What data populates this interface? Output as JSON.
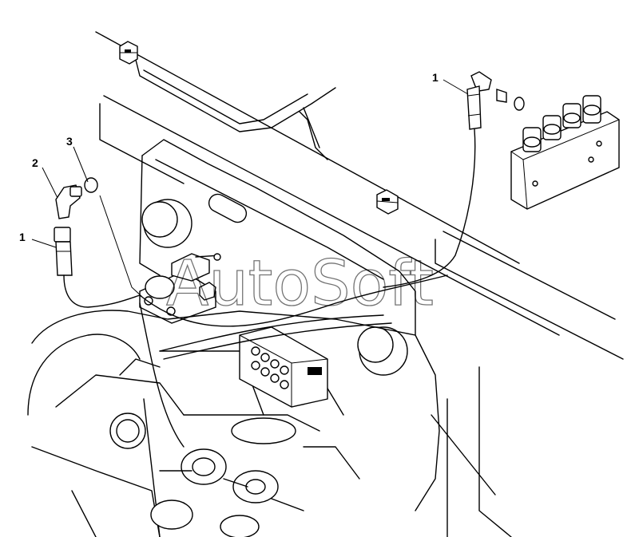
{
  "diagram": {
    "callouts": [
      {
        "id": "callout-1-left",
        "label": "1"
      },
      {
        "id": "callout-2",
        "label": "2"
      },
      {
        "id": "callout-3",
        "label": "3"
      },
      {
        "id": "callout-1-right",
        "label": "1"
      }
    ],
    "watermark": "AutoSoft",
    "colors": {
      "ink": "#000000",
      "paper": "#ffffff"
    }
  }
}
